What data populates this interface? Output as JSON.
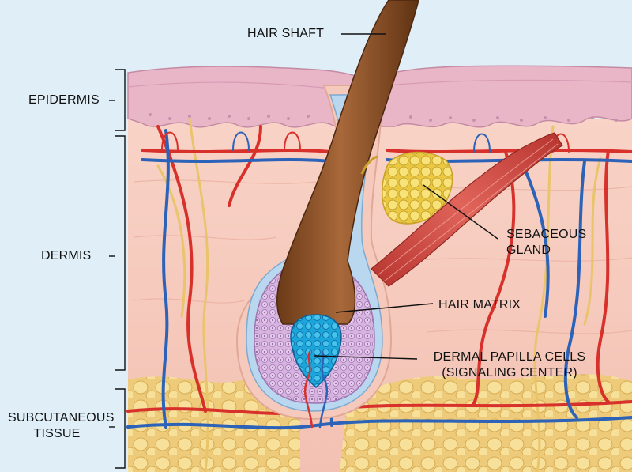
{
  "labels": {
    "hair_shaft": "HAIR SHAFT",
    "epidermis": "EPIDERMIS",
    "dermis": "DERMIS",
    "subcutaneous_line1": "SUBCUTANEOUS",
    "subcutaneous_line2": "TISSUE",
    "sebaceous_line1": "SEBACEOUS",
    "sebaceous_line2": "GLAND",
    "hair_matrix": "HAIR MATRIX",
    "papilla_line1": "DERMAL PAPILLA CELLS",
    "papilla_line2": "(SIGNALING CENTER)"
  },
  "colors": {
    "background": "#dfeef7",
    "epidermis": "#e7b7c9",
    "dermis": "#f6cdbf",
    "fat": "#f2d58a",
    "hair": "#8a4f25",
    "matrix": "#c9a3d4",
    "papilla": "#36b9e6",
    "gland": "#f4dc5e",
    "muscle": "#c9443c",
    "artery": "#d8312c",
    "vein": "#2c63b8",
    "nerve": "#e9c46a"
  }
}
